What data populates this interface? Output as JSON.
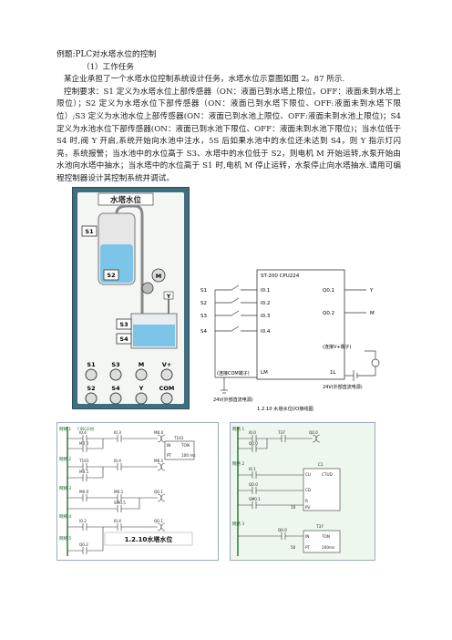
{
  "doc": {
    "title": "例题:PLC对水塔水位的控制",
    "subheading": "（1）工作任务",
    "para1": "某企业承担了一个水塔水位控制系统设计任务，水塔水位示意图如图 2。87 所示.",
    "para2": "控制要求：S1 定义为水塔水位上部传感器（ON：液面已到水塔上限位，OFF：液面未到水塔上限位）；S2 定义为水塔水位下部传感器（ON：液面已到水塔下限位、OFF:液面未到水塔下限位）;S3 定义为水池水位上部传感器(ON：液面已到水池上限位、OFF:液面未到水池上限位)；S4 定义为水池水位下部传感器(ON：液面已到水池下限位、OFF：液面未到水池下限位)；当水位低于 S4 时,阀 Y 开启,系统开始向水池中注水，5S 后如果水池中的水位还未达到 S4，则 Y 指示灯闪亮，系统报警；当水池中的水位高于 S3、水塔中的水位低于 S2，则电机 M 开始运转,水泵开始由水池向水塔中抽水；当水塔中的水位高于 S1 时,电机 M 停止运转，水泵停止向水塔抽水.请用可编程控制器设计其控制系统并调试。"
  },
  "tank_figure": {
    "title": "水塔水位",
    "sensors": [
      "S1",
      "S2",
      "S3",
      "S4"
    ],
    "motor": "M",
    "valve": "Y",
    "terminals_row1": [
      "S1",
      "S3",
      "M",
      "V+"
    ],
    "terminals_row2": [
      "S2",
      "S4",
      "Y",
      "COM"
    ]
  },
  "wiring": {
    "plc_model": "ST-200 CPU224",
    "inputs": [
      "S1",
      "S2",
      "S3",
      "S4"
    ],
    "input_addrs": [
      "I0.1",
      "I0.2",
      "I0.3",
      "I0.4"
    ],
    "output_addrs": [
      "Q0.1",
      "Q0.2"
    ],
    "outputs": [
      "Y",
      "M"
    ],
    "label_lm": "LM",
    "label_1l": "1L",
    "label_in_com": "(连接COM端子)",
    "label_out_com": "(连接V+端子)",
    "supply_in": "24V(外部直流电源)",
    "supply_out": "24V(外部直流电源)",
    "caption": "1.2.10 水塔水位I/O接线图"
  },
  "ladder1": {
    "networks": [
      "网络 1",
      "网络 2",
      "网络 3",
      "网络 4",
      "网络 5"
    ],
    "note": "FINGE组",
    "contacts": [
      "I0.4",
      "M0.0",
      "I0.3",
      "M0.0",
      "T101",
      "I0.4",
      "M0.1",
      "M0.0",
      "M0.1",
      "SM0.5",
      "I0.2",
      "I0.4",
      "Q0.2"
    ],
    "coils": [
      "M0.0",
      "T101",
      "M0.1",
      "Q0.1",
      "Q0.1"
    ],
    "timer_in": "IN",
    "timer_type": "TON",
    "timer_pt": "PT",
    "timer_value": "100 ms",
    "caption": "1.2.10水塔水位"
  },
  "ladder2": {
    "networks": [
      "网络 1",
      "网络 2",
      "网络 3"
    ],
    "contacts": [
      "I0.0",
      "T37",
      "Q0.0",
      "I0.1",
      "Q0.0",
      "SM0.1",
      "Q0.0"
    ],
    "coils": [
      "Q0.0"
    ],
    "counter_name": "C1",
    "counter_cu": "CU",
    "counter_type": "CTUD",
    "counter_cd": "CD",
    "counter_r": "R",
    "counter_pv": "PV",
    "counter_value": "10",
    "timer_name": "T37",
    "timer_in": "IN",
    "timer_type": "TON",
    "timer_pt": "PT",
    "timer_value": "100ms",
    "timer_preset": "50"
  },
  "colors": {
    "panel": "#3f6f7f",
    "header": "#2f5f96",
    "water": "#7cc4e8",
    "ladder_bg": "#eef7ee"
  }
}
